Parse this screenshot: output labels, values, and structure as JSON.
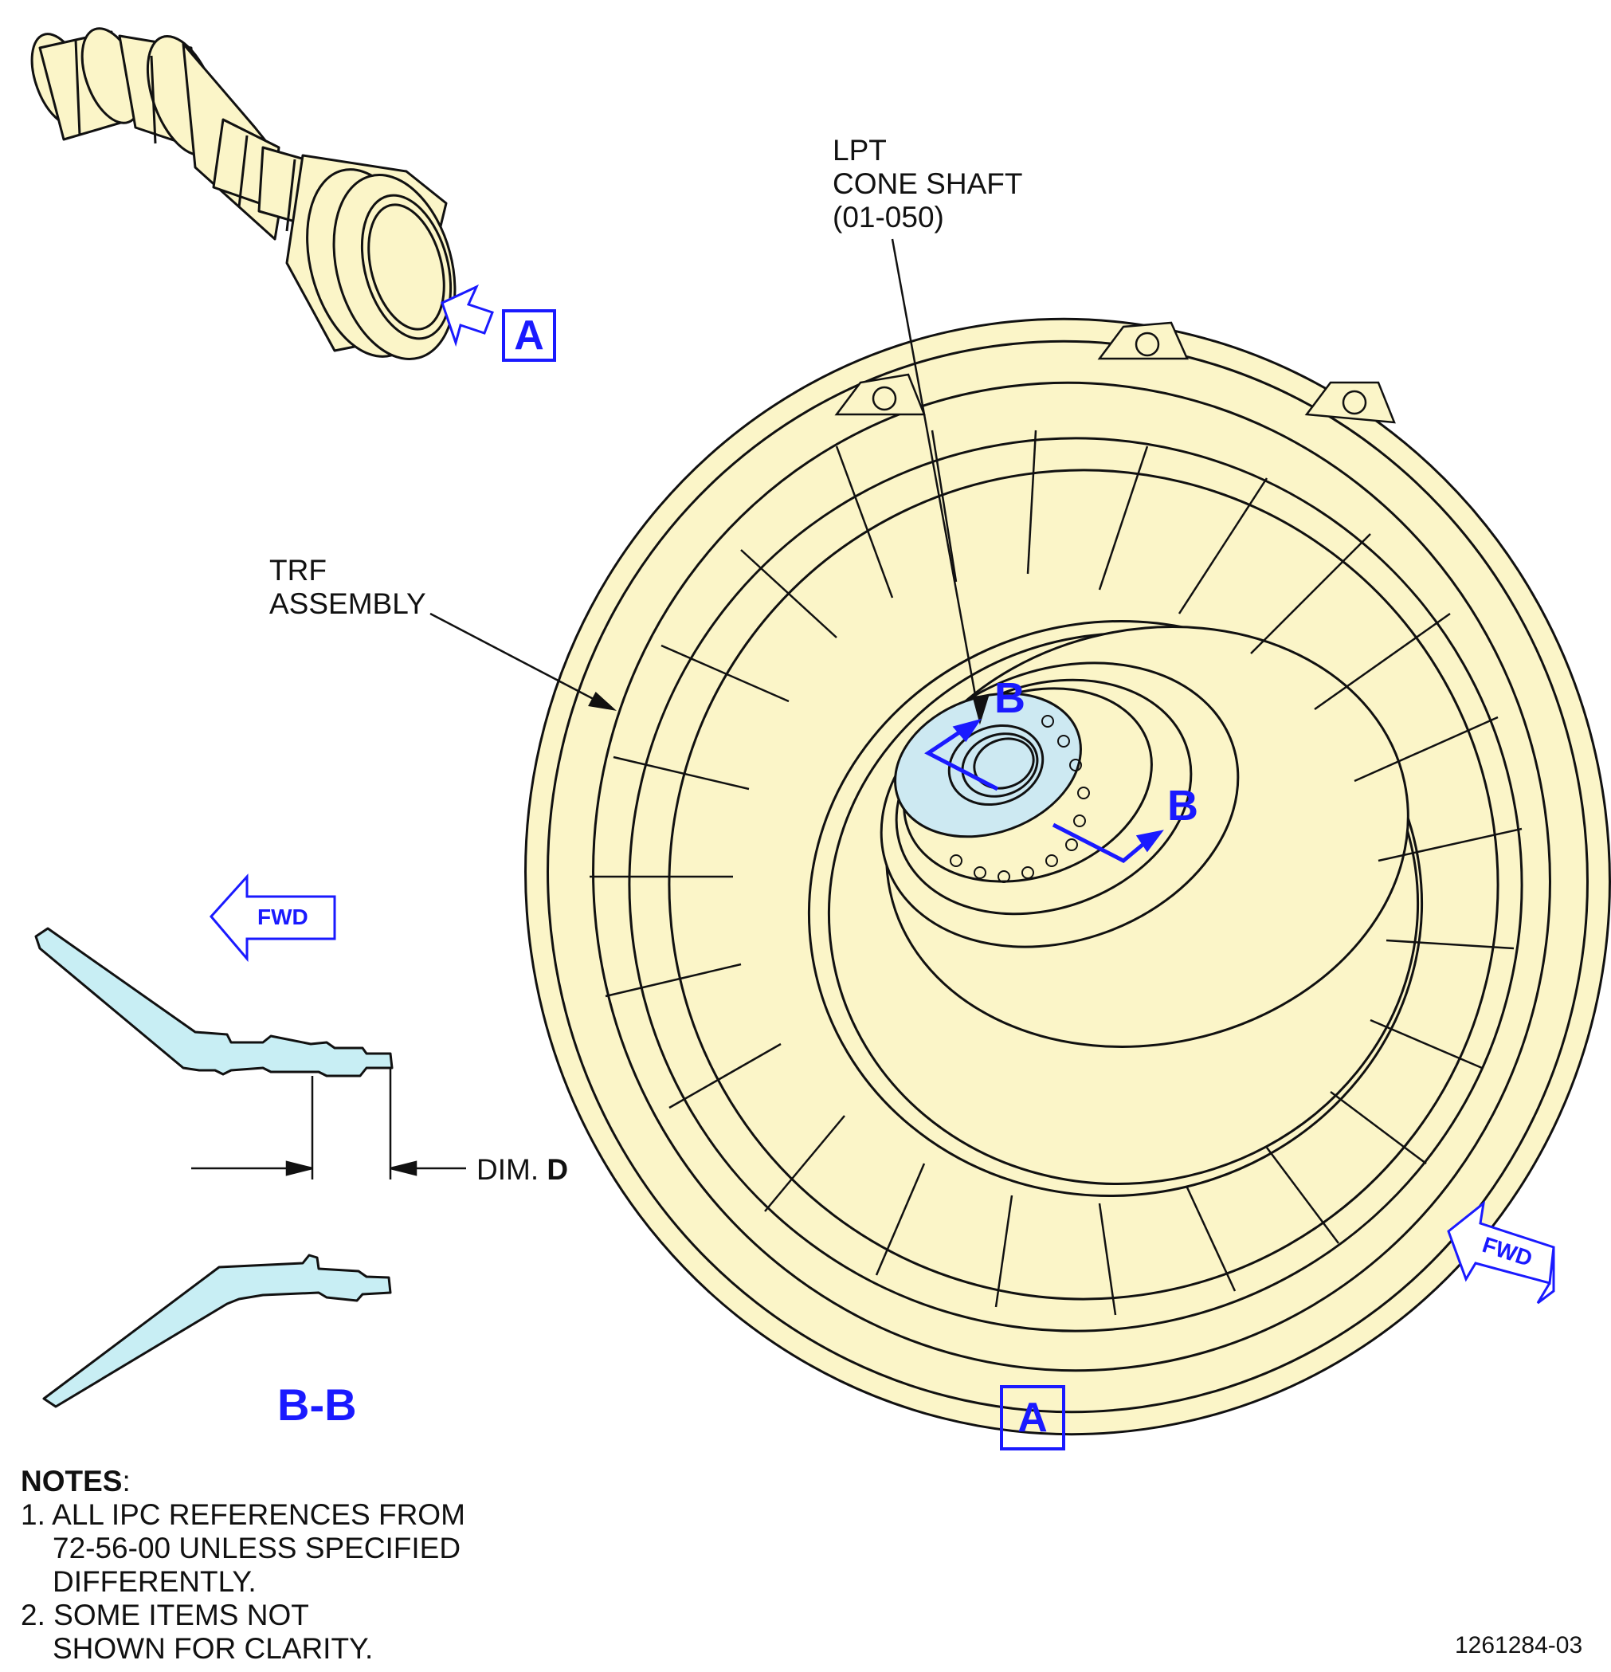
{
  "labels": {
    "lpt": [
      "LPT",
      "CONE SHAFT",
      "(01-050)"
    ],
    "trf": [
      "TRF",
      "ASSEMBLY"
    ],
    "dim_prefix": "DIM.",
    "dim_letter": "D",
    "section_title": "B-B",
    "section_marker": "B",
    "view_letter": "A",
    "fwd": "FWD",
    "figure_number": "1261284-03"
  },
  "notes": {
    "heading": "NOTES",
    "heading_suffix": ":",
    "items": [
      {
        "number": "1.",
        "lines": [
          "ALL IPC REFERENCES FROM",
          "72-56-00 UNLESS SPECIFIED",
          "DIFFERENTLY."
        ]
      },
      {
        "number": "2.",
        "lines": [
          "SOME ITEMS NOT",
          "SHOWN FOR CLARITY."
        ]
      }
    ]
  },
  "colors": {
    "part_fill": "#fbf5c8",
    "shaft_highlight": "#cde9f2",
    "section_fill": "#c8eef4",
    "callout_blue": "#1a1aff",
    "line": "#111111"
  },
  "icons": [
    "fwd-arrow-icon",
    "view-arrow-icon",
    "section-arrow-icon"
  ]
}
